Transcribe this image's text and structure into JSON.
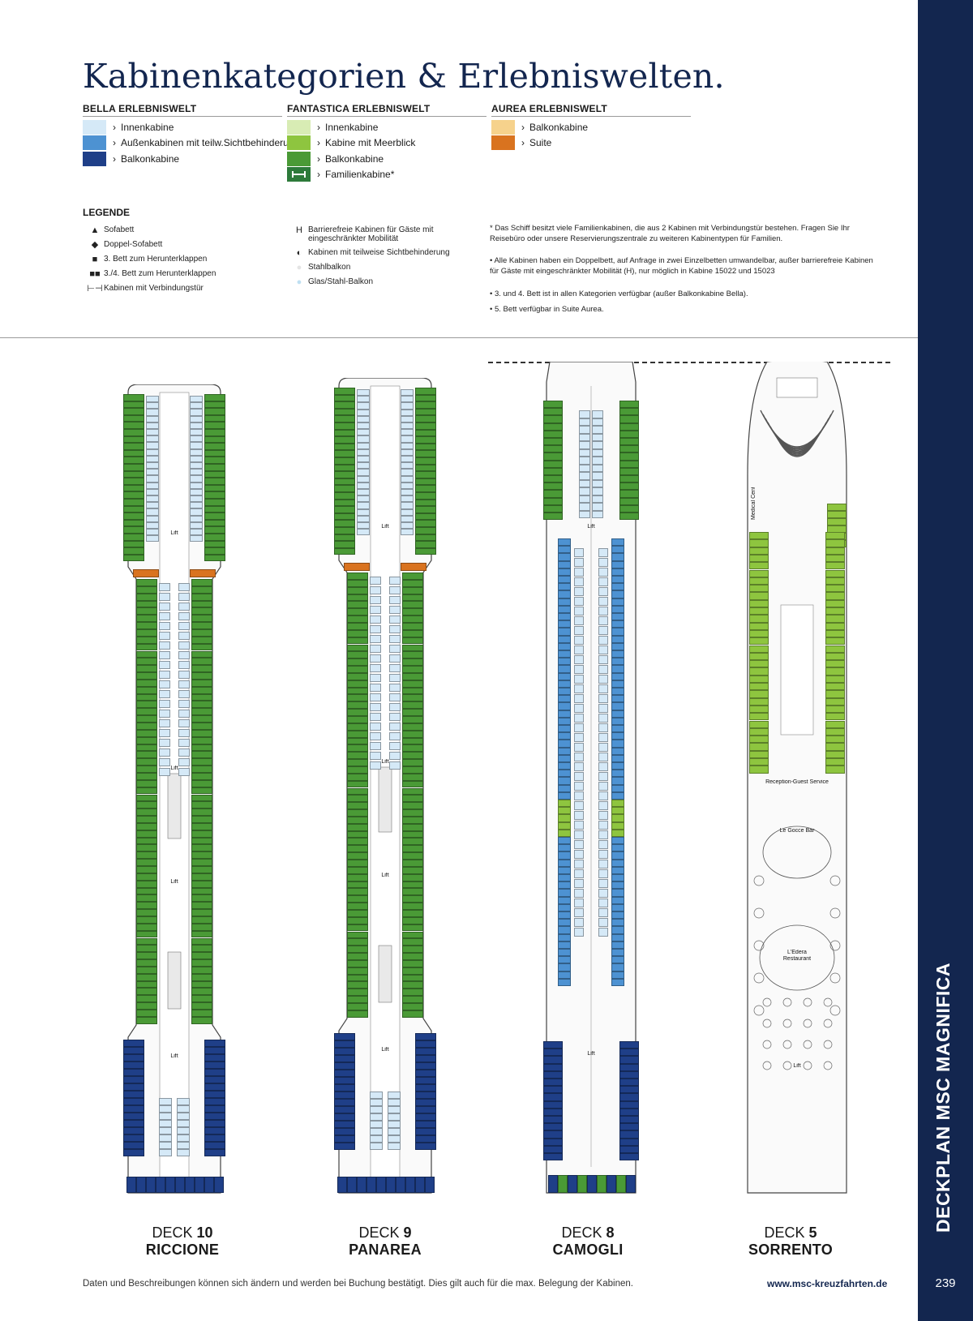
{
  "title": "Kabinenkategorien & Erlebniswelten.",
  "categories": [
    {
      "heading": "BELLA ERLEBNISWELT",
      "items": [
        {
          "label": "Innenkabine",
          "color": "#d5e9f7"
        },
        {
          "label": "Außenkabinen mit teilw.Sichtbehinderung",
          "color": "#4d92d2"
        },
        {
          "label": "Balkonkabine",
          "color": "#1f3f88"
        }
      ]
    },
    {
      "heading": "FANTASTICA ERLEBNISWELT",
      "items": [
        {
          "label": "Innenkabine",
          "color": "#d8ecb4"
        },
        {
          "label": "Kabine mit Meerblick",
          "color": "#8ec53f"
        },
        {
          "label": "Balkonkabine",
          "color": "#4a9a36"
        },
        {
          "label": "Familienkabine*",
          "color": "#2d7a3a"
        }
      ]
    },
    {
      "heading": "AUREA ERLEBNISWELT",
      "items": [
        {
          "label": "Balkonkabine",
          "color": "#f6d28c"
        },
        {
          "label": "Suite",
          "color": "#d9731f"
        }
      ]
    }
  ],
  "legend": {
    "heading": "LEGENDE",
    "col1": [
      {
        "icon": "▲",
        "label": "Sofabett"
      },
      {
        "icon": "◆",
        "label": "Doppel-Sofabett"
      },
      {
        "icon": "■",
        "label": "3. Bett zum Herunterklappen"
      },
      {
        "icon": "■■",
        "label": "3./4. Bett zum Herunterklappen"
      },
      {
        "icon": "⊢⊣",
        "label": "Kabinen mit Verbindungstür"
      }
    ],
    "col2": [
      {
        "icon": "H",
        "label": "Barrierefreie Kabinen für Gäste mit eingeschränkter Mobilität"
      },
      {
        "icon": "◐",
        "label": "Kabinen mit teilweise Sichtbehinderung"
      },
      {
        "icon": "●",
        "label": "Stahlbalkon",
        "color": "#e4e4e4"
      },
      {
        "icon": "●",
        "label": "Glas/Stahl-Balkon",
        "color": "#bfe0f2"
      }
    ],
    "notes": [
      "* Das Schiff besitzt viele Familienkabinen, die aus 2 Kabinen mit Verbindungstür bestehen. Fragen Sie Ihr Reisebüro oder unsere Reservierungszentrale zu weiteren Kabinentypen für Familien.",
      "• Alle Kabinen haben ein Doppelbett, auf Anfrage in zwei Einzelbetten umwandelbar, außer barrierefreie Kabinen für Gäste mit eingeschränkter Mobilität (H), nur möglich in  Kabine 15022 und 15023",
      "• 3. und 4. Bett ist in allen Kategorien verfügbar (außer Balkonkabine Bella).",
      "• 5. Bett verfügbar in Suite Aurea."
    ]
  },
  "decks": [
    {
      "prefix": "DECK",
      "number": "10",
      "name": "RICCIONE"
    },
    {
      "prefix": "DECK",
      "number": "9",
      "name": "PANAREA"
    },
    {
      "prefix": "DECK",
      "number": "8",
      "name": "CAMOGLI"
    },
    {
      "prefix": "DECK",
      "number": "5",
      "name": "SORRENTO"
    }
  ],
  "deck_labels": {
    "lift": "Lift",
    "medical_center": "Medical Center",
    "reception": "Reception-Guest Service",
    "bar": "Le Gocce Bar",
    "restaurant": "L'Edera Restaurant"
  },
  "sidebar": {
    "title": "DECKPLAN MSC MAGNIFICA",
    "page_number": "239"
  },
  "footer": {
    "disclaimer": "Daten und Beschreibungen können sich ändern und werden bei Buchung bestätigt. Dies gilt auch für die max. Belegung der Kabinen.",
    "url": "www.msc-kreuzfahrten.de"
  }
}
